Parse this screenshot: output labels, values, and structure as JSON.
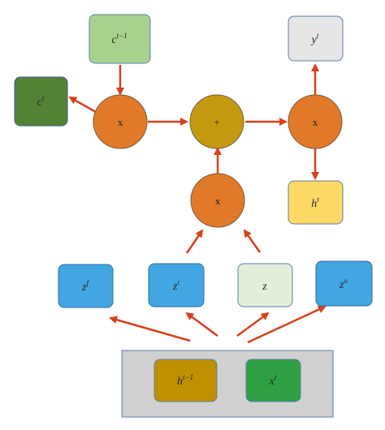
{
  "nodes": {
    "c_prev": {
      "base": "c",
      "sup": "t−1",
      "fill": "#a9d18e",
      "stroke": "#5b7fa8"
    },
    "c_t": {
      "base": "c",
      "sup": "t",
      "fill": "#548235",
      "stroke": "#3a5a8a"
    },
    "y_t": {
      "base": "y",
      "sup": "t",
      "fill": "#e7e6e6",
      "stroke": "#5b7fa8"
    },
    "h_t": {
      "base": "h",
      "sup": "t",
      "fill": "#ffd966",
      "stroke": "#5b7fa8"
    },
    "z_f": {
      "base": "z",
      "sup": "f",
      "fill": "#41a6e1",
      "stroke": "#2e6ea3"
    },
    "z_i": {
      "base": "z",
      "sup": "i",
      "fill": "#41a6e1",
      "stroke": "#2e6ea3"
    },
    "z": {
      "base": "z",
      "sup": "",
      "fill": "#e2efda",
      "stroke": "#5b7fa8"
    },
    "z_o": {
      "base": "z",
      "sup": "o",
      "fill": "#41a6e1",
      "stroke": "#2e6ea3"
    },
    "h_prev": {
      "base": "h",
      "sup": "t−1",
      "fill": "#bf9000",
      "stroke": "#5b7fa8"
    },
    "x_t": {
      "base": "x",
      "sup": "t",
      "fill": "#2ea043",
      "stroke": "#5b7fa8"
    }
  },
  "ops": {
    "mul_left": {
      "label": "x",
      "fill": "#e07a29"
    },
    "add": {
      "label": "+",
      "fill": "#c49a10"
    },
    "mul_right": {
      "label": "x",
      "fill": "#e07a29"
    },
    "mul_bottom": {
      "label": "x",
      "fill": "#e07a29"
    }
  },
  "colors": {
    "arrow": "#d9401c",
    "circle_stroke": "#7a5a3a",
    "input_panel_fill": "#d0d0d0",
    "input_panel_stroke": "#5b7fa8"
  }
}
